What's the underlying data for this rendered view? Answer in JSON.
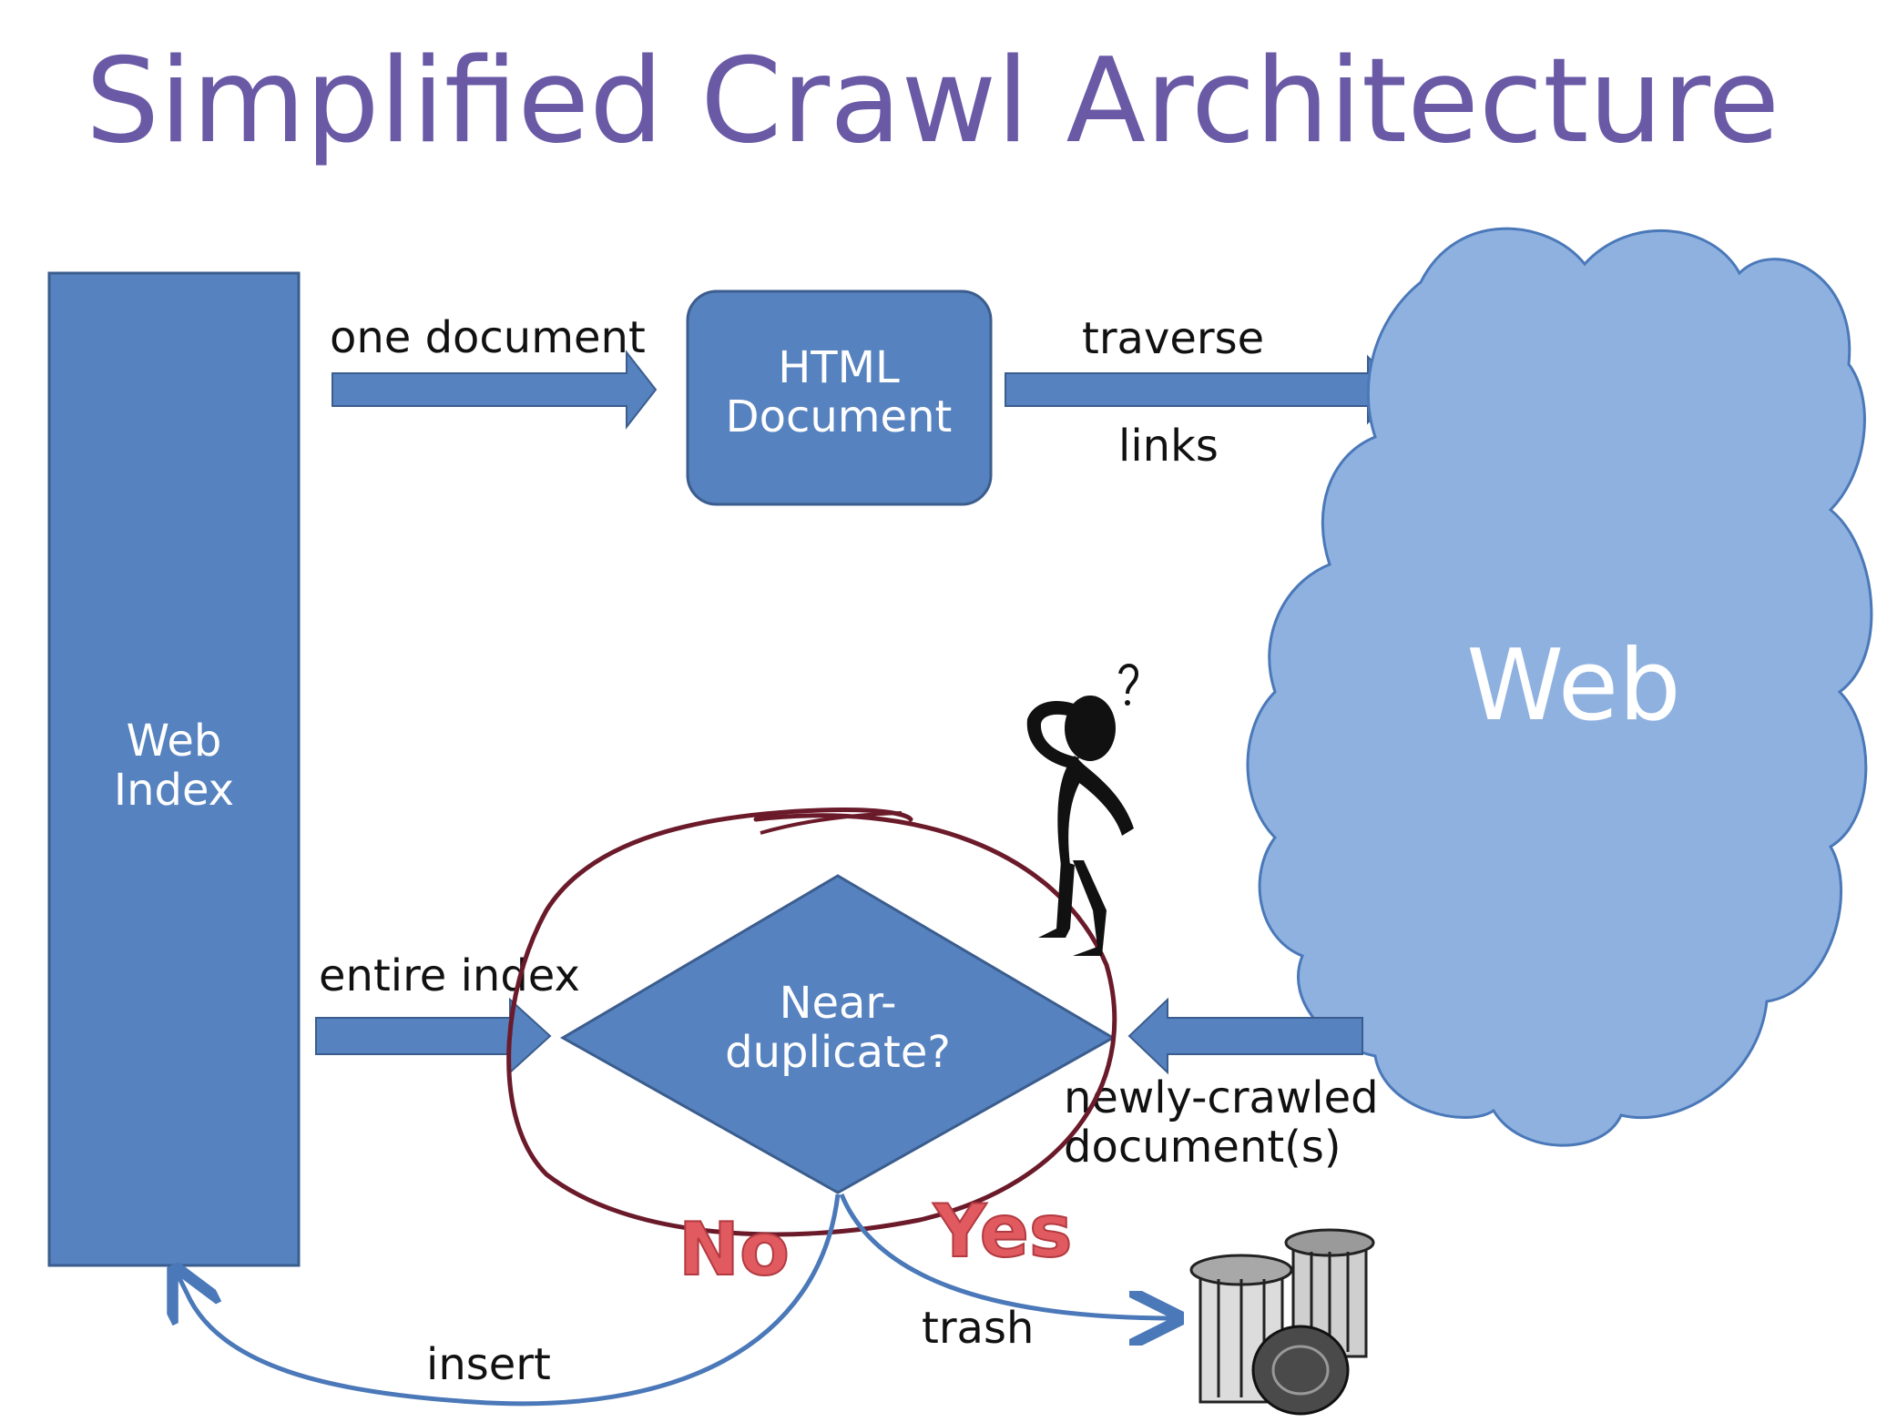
{
  "title": "Simplified Crawl Architecture",
  "nodes": {
    "web_index": "Web\nIndex",
    "html_document": "HTML\nDocument",
    "web": "Web",
    "near_duplicate": "Near-\nduplicate?"
  },
  "edges": {
    "one_document": "one document",
    "traverse": "traverse",
    "links": "links",
    "entire_index": "entire index",
    "newly_crawled": "newly-crawled\ndocument(s)",
    "insert": "insert",
    "trash": "trash"
  },
  "stamps": {
    "no": "No",
    "yes": "Yes"
  },
  "icons": {
    "thinker": "confused-person-icon",
    "trash": "trash-cans-icon"
  },
  "colors": {
    "title": "#6a5aa6",
    "box_fill": "#5682bf",
    "box_stroke": "#3b5d8e",
    "cloud_fill": "#8fb1e0",
    "arrow_fill": "#5682bf",
    "circle_stroke": "#6b1a2a",
    "stamp": "#e05a5f"
  }
}
